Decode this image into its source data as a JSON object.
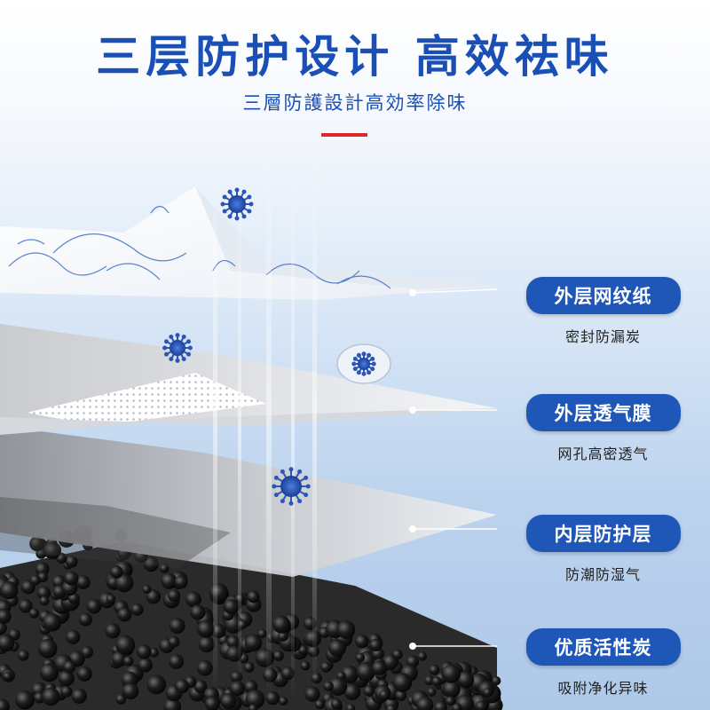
{
  "header": {
    "title": "三层防护设计 高效祛味",
    "subtitle": "三層防護設計高効率除味"
  },
  "layers": [
    {
      "name": "外层网纹纸",
      "desc": "密封防漏炭"
    },
    {
      "name": "外层透气膜",
      "desc": "网孔高密透气"
    },
    {
      "name": "内层防护层",
      "desc": "防潮防湿气"
    },
    {
      "name": "优质活性炭",
      "desc": "吸附净化异味"
    }
  ],
  "colors": {
    "title": "#1a4fb5",
    "pill": "#1f57b8",
    "accent": "#e0262b"
  }
}
